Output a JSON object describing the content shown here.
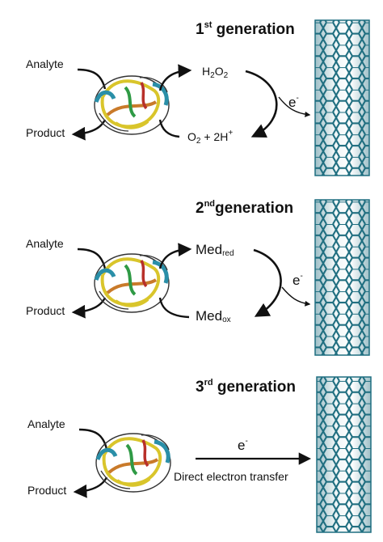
{
  "panels": [
    {
      "gen_number": "1",
      "gen_suffix": "st",
      "gen_word": " generation",
      "analyte": "Analyte",
      "product": "Product",
      "electron": "e",
      "electron_sup": "-",
      "h2o2": {
        "a": "H",
        "b": "2",
        "c": "O",
        "d": "2"
      },
      "o2": {
        "a": "O",
        "b": "2",
        "c": " + 2H",
        "d": "+"
      }
    },
    {
      "gen_number": "2",
      "gen_suffix": "nd",
      "gen_word": "generation",
      "analyte": "Analyte",
      "product": "Product",
      "electron": "e",
      "electron_sup": "-",
      "med_red": {
        "base": "Med",
        "sub": "red"
      },
      "med_ox": {
        "base": "Med",
        "sub": "ox"
      }
    },
    {
      "gen_number": "3",
      "gen_suffix": "rd",
      "gen_word": " generation",
      "analyte": "Analyte",
      "product": "Product",
      "electron": "e",
      "electron_sup": "-",
      "transfer": "Direct electron transfer"
    }
  ],
  "colors": {
    "nanotube": "#1f6e80",
    "nanotube_light": "#dfecef",
    "enzyme": [
      "#d9c52b",
      "#c97a2a",
      "#2a8fa8",
      "#2f9a45",
      "#b8302a",
      "#333333"
    ]
  }
}
